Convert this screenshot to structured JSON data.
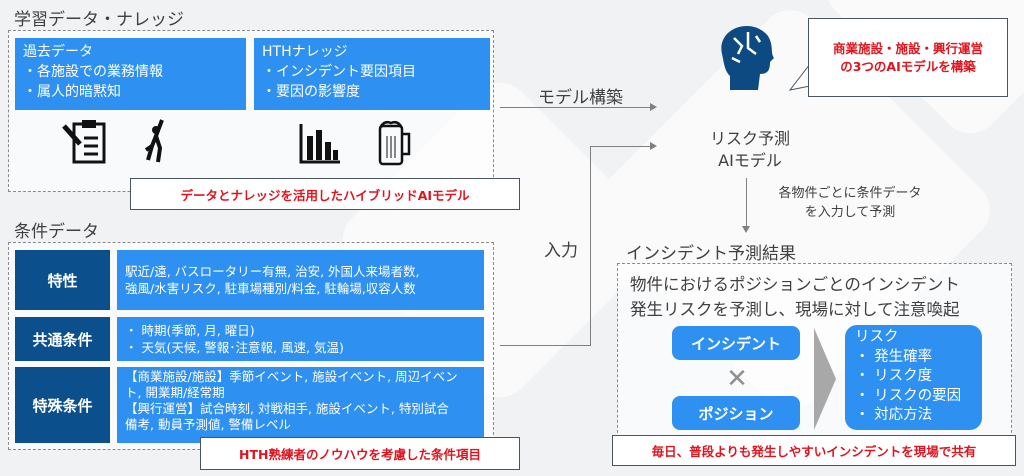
{
  "learning": {
    "title": "学習データ・ナレッジ",
    "past": {
      "title": "過去データ",
      "items": [
        "・各施設での業務情報",
        "・属人的暗黙知"
      ]
    },
    "hth": {
      "title": "HTHナレッジ",
      "items": [
        "・インシデント要因項目",
        "・要因の影響度"
      ]
    },
    "callout": "データとナレッジを活用したハイブリッドAIモデル"
  },
  "conditions": {
    "title": "条件データ",
    "rows": [
      {
        "label": "特性",
        "lines": [
          "駅近/遠, バスロータリー有無, 治安, 外国人来場者数,",
          "強風/水害リスク, 駐車場種別/料金, 駐輪場,収容人数"
        ]
      },
      {
        "label": "共通条件",
        "lines": [
          "・ 時期(季節, 月, 曜日)",
          "・ 天気(天候,  警報･注意報, 風速, 気温)"
        ]
      },
      {
        "label": "特殊条件",
        "lines": [
          "【商業施設/施設】季節イベント, 施設イベント, 周辺イベン",
          "ト, 開業期/経常期",
          "【興行運営】試合時刻, 対戦相手, 施設イベント, 特別試合",
          "備考, 動員予測値, 警備レベル"
        ]
      }
    ],
    "callout": "HTH熟練者のノウハウを考慮した条件項目"
  },
  "flow": {
    "build_label": "モデル構築",
    "input_label": "入力",
    "predict_label": [
      "各物件ごとに条件データ",
      "を入力して予測"
    ]
  },
  "model": {
    "name": [
      "リスク予測",
      "AIモデル"
    ],
    "callout": [
      "商業施設・施設・興行運営",
      "の3つのAIモデルを構築"
    ]
  },
  "result": {
    "title": "インシデント予測結果",
    "desc": [
      "物件におけるポジションごとのインシデント",
      "発生リスクを予測し、現場に対して注意喚起"
    ],
    "incident": "インシデント",
    "times": "✕",
    "position": "ポジション",
    "risk_title": "リスク",
    "risk_items": [
      "・ 発生確率",
      "・ リスク度",
      "・ リスクの要因",
      "・ 対応方法"
    ],
    "callout": "毎日、普段よりも発生しやすいインシデントを現場で共有"
  },
  "colors": {
    "blue": "#2e90f0",
    "navy": "#0b4f8c",
    "red": "#e0141e"
  }
}
